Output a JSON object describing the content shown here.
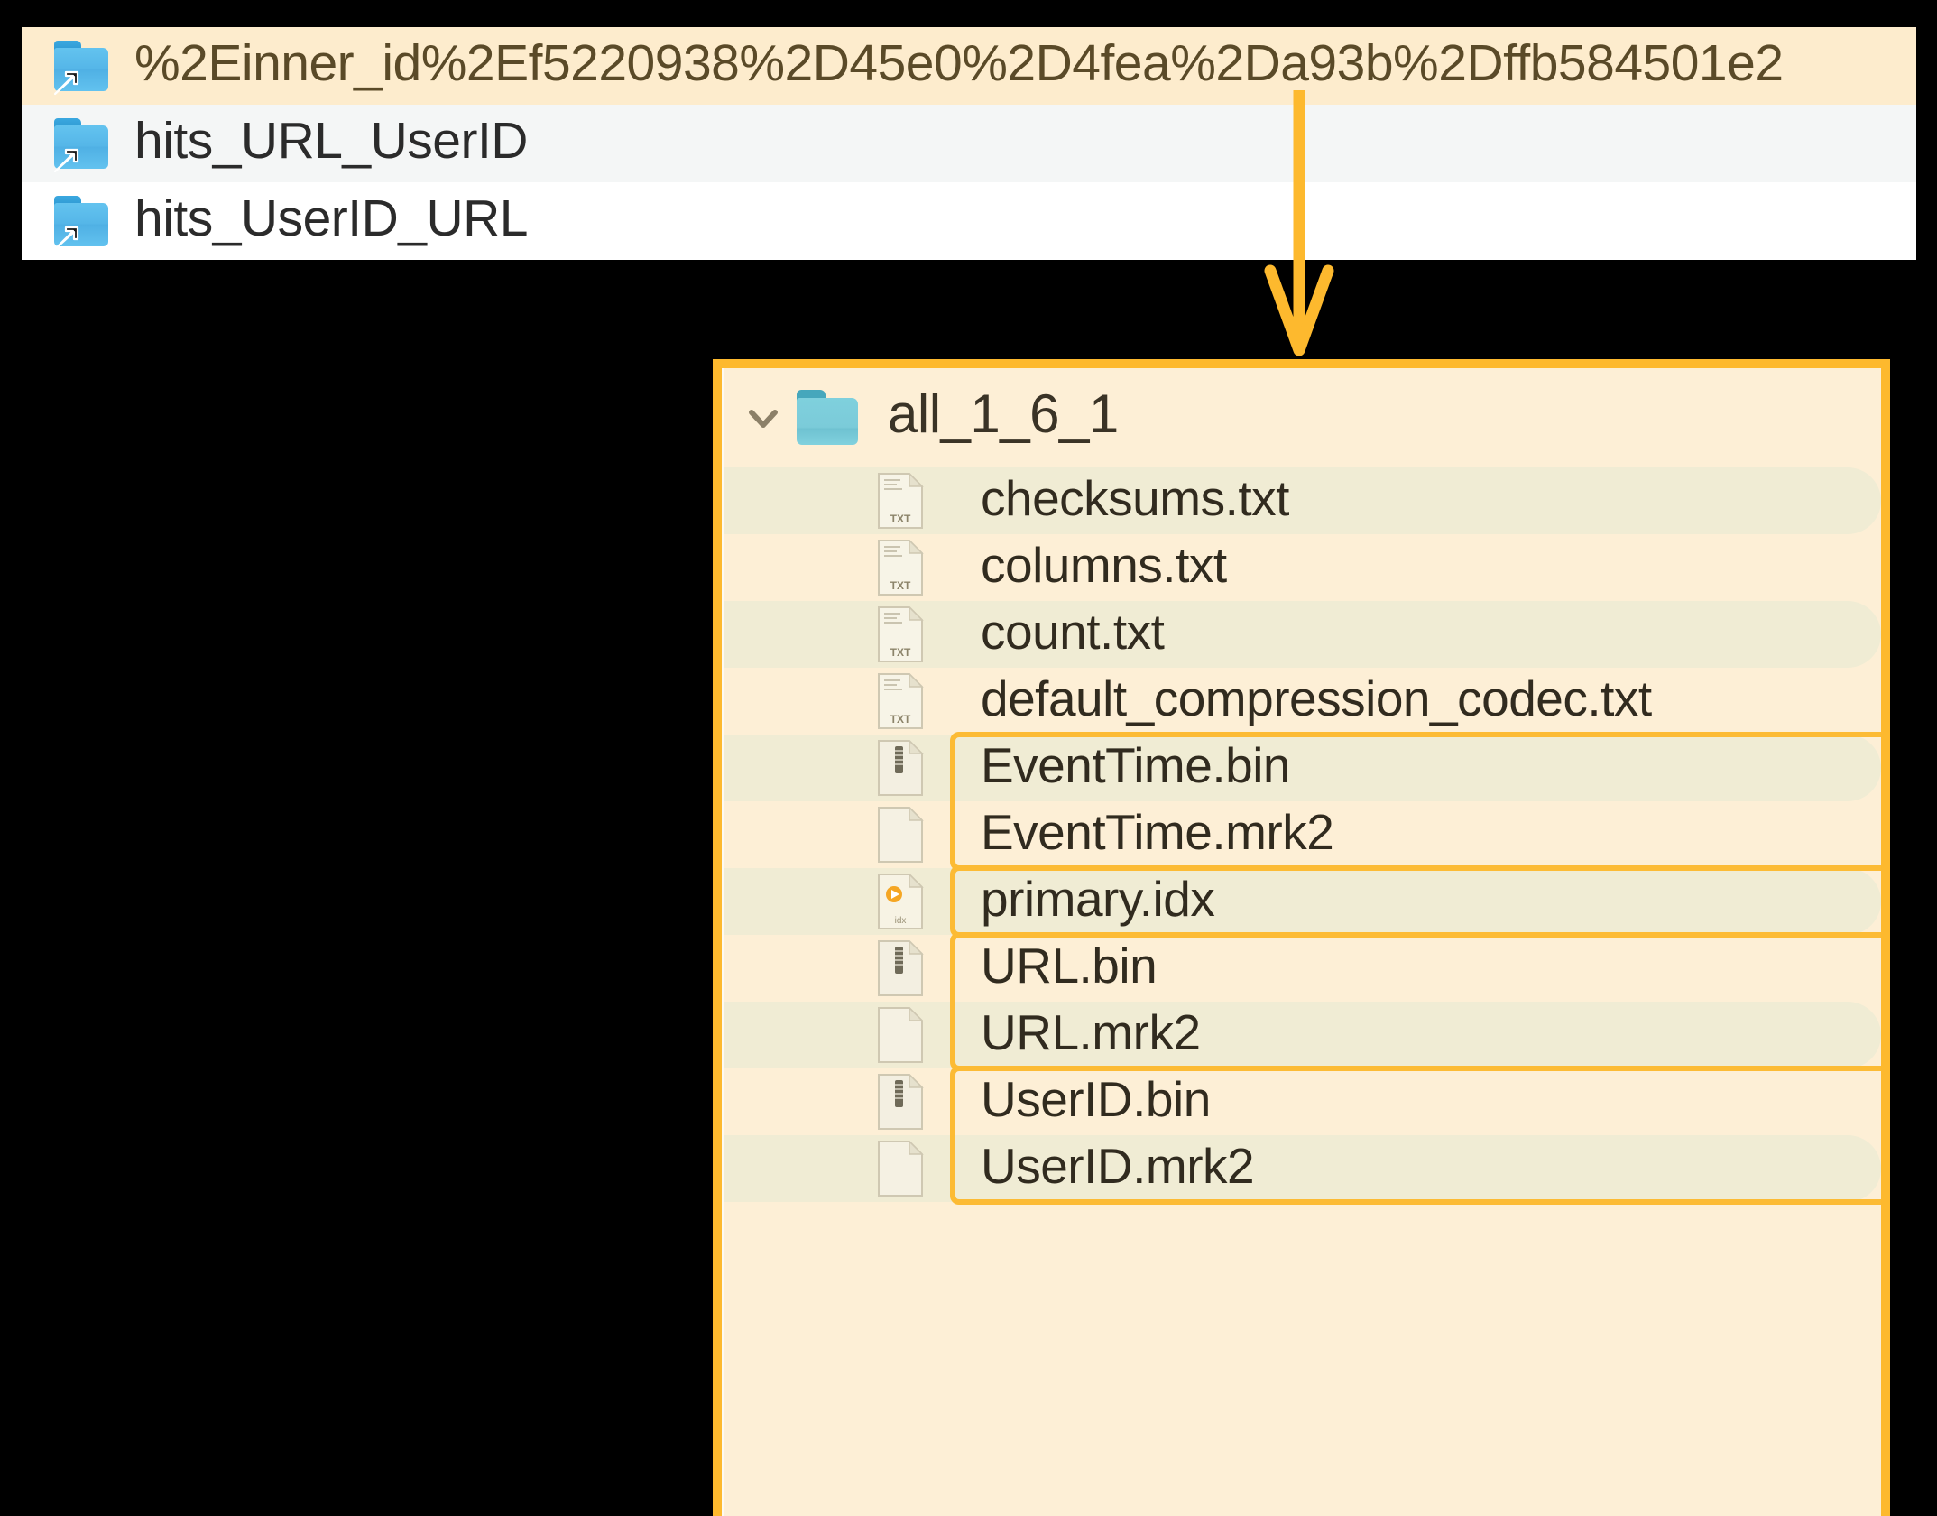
{
  "top_panel": {
    "name": "sibling-folder-list",
    "rows": [
      {
        "label": "%2Einner_id%2Ef5220938%2D45e0%2D4fea%2Da93b%2Dffb584501e2",
        "icon": "folder-symlink-icon",
        "state": "selected"
      },
      {
        "label": "hits_URL_UserID",
        "icon": "folder-symlink-icon",
        "state": "stripe"
      },
      {
        "label": "hits_UserID_URL",
        "icon": "folder-symlink-icon",
        "state": "plain"
      }
    ]
  },
  "connector": {
    "name": "arrow-down-connector",
    "color": "#fdb92e"
  },
  "main_panel": {
    "name": "part-directory-listing",
    "border_color": "#fdb92e",
    "background": "#fdefd6",
    "header": {
      "expander": "chevron-down-icon",
      "icon": "folder-icon",
      "label": "all_1_6_1"
    },
    "files": [
      {
        "name": "checksums.txt",
        "icon": "txt-file-icon",
        "highlighted": false
      },
      {
        "name": "columns.txt",
        "icon": "txt-file-icon",
        "highlighted": false
      },
      {
        "name": "count.txt",
        "icon": "txt-file-icon",
        "highlighted": false
      },
      {
        "name": "default_compression_codec.txt",
        "icon": "txt-file-icon",
        "highlighted": false
      },
      {
        "name": "EventTime.bin",
        "icon": "bin-file-icon",
        "highlighted": true
      },
      {
        "name": "EventTime.mrk2",
        "icon": "blank-file-icon",
        "highlighted": true
      },
      {
        "name": "primary.idx",
        "icon": "idx-file-icon",
        "highlighted": true
      },
      {
        "name": "URL.bin",
        "icon": "bin-file-icon",
        "highlighted": true
      },
      {
        "name": "URL.mrk2",
        "icon": "blank-file-icon",
        "highlighted": true
      },
      {
        "name": "UserID.bin",
        "icon": "bin-file-icon",
        "highlighted": true
      },
      {
        "name": "UserID.mrk2",
        "icon": "blank-file-icon",
        "highlighted": true
      }
    ],
    "highlight_groups": [
      {
        "label": "EventTime-group",
        "start": 4,
        "count": 2
      },
      {
        "label": "primary-idx-group",
        "start": 6,
        "count": 1
      },
      {
        "label": "URL-group",
        "start": 7,
        "count": 2
      },
      {
        "label": "UserID-group",
        "start": 9,
        "count": 2
      }
    ]
  }
}
